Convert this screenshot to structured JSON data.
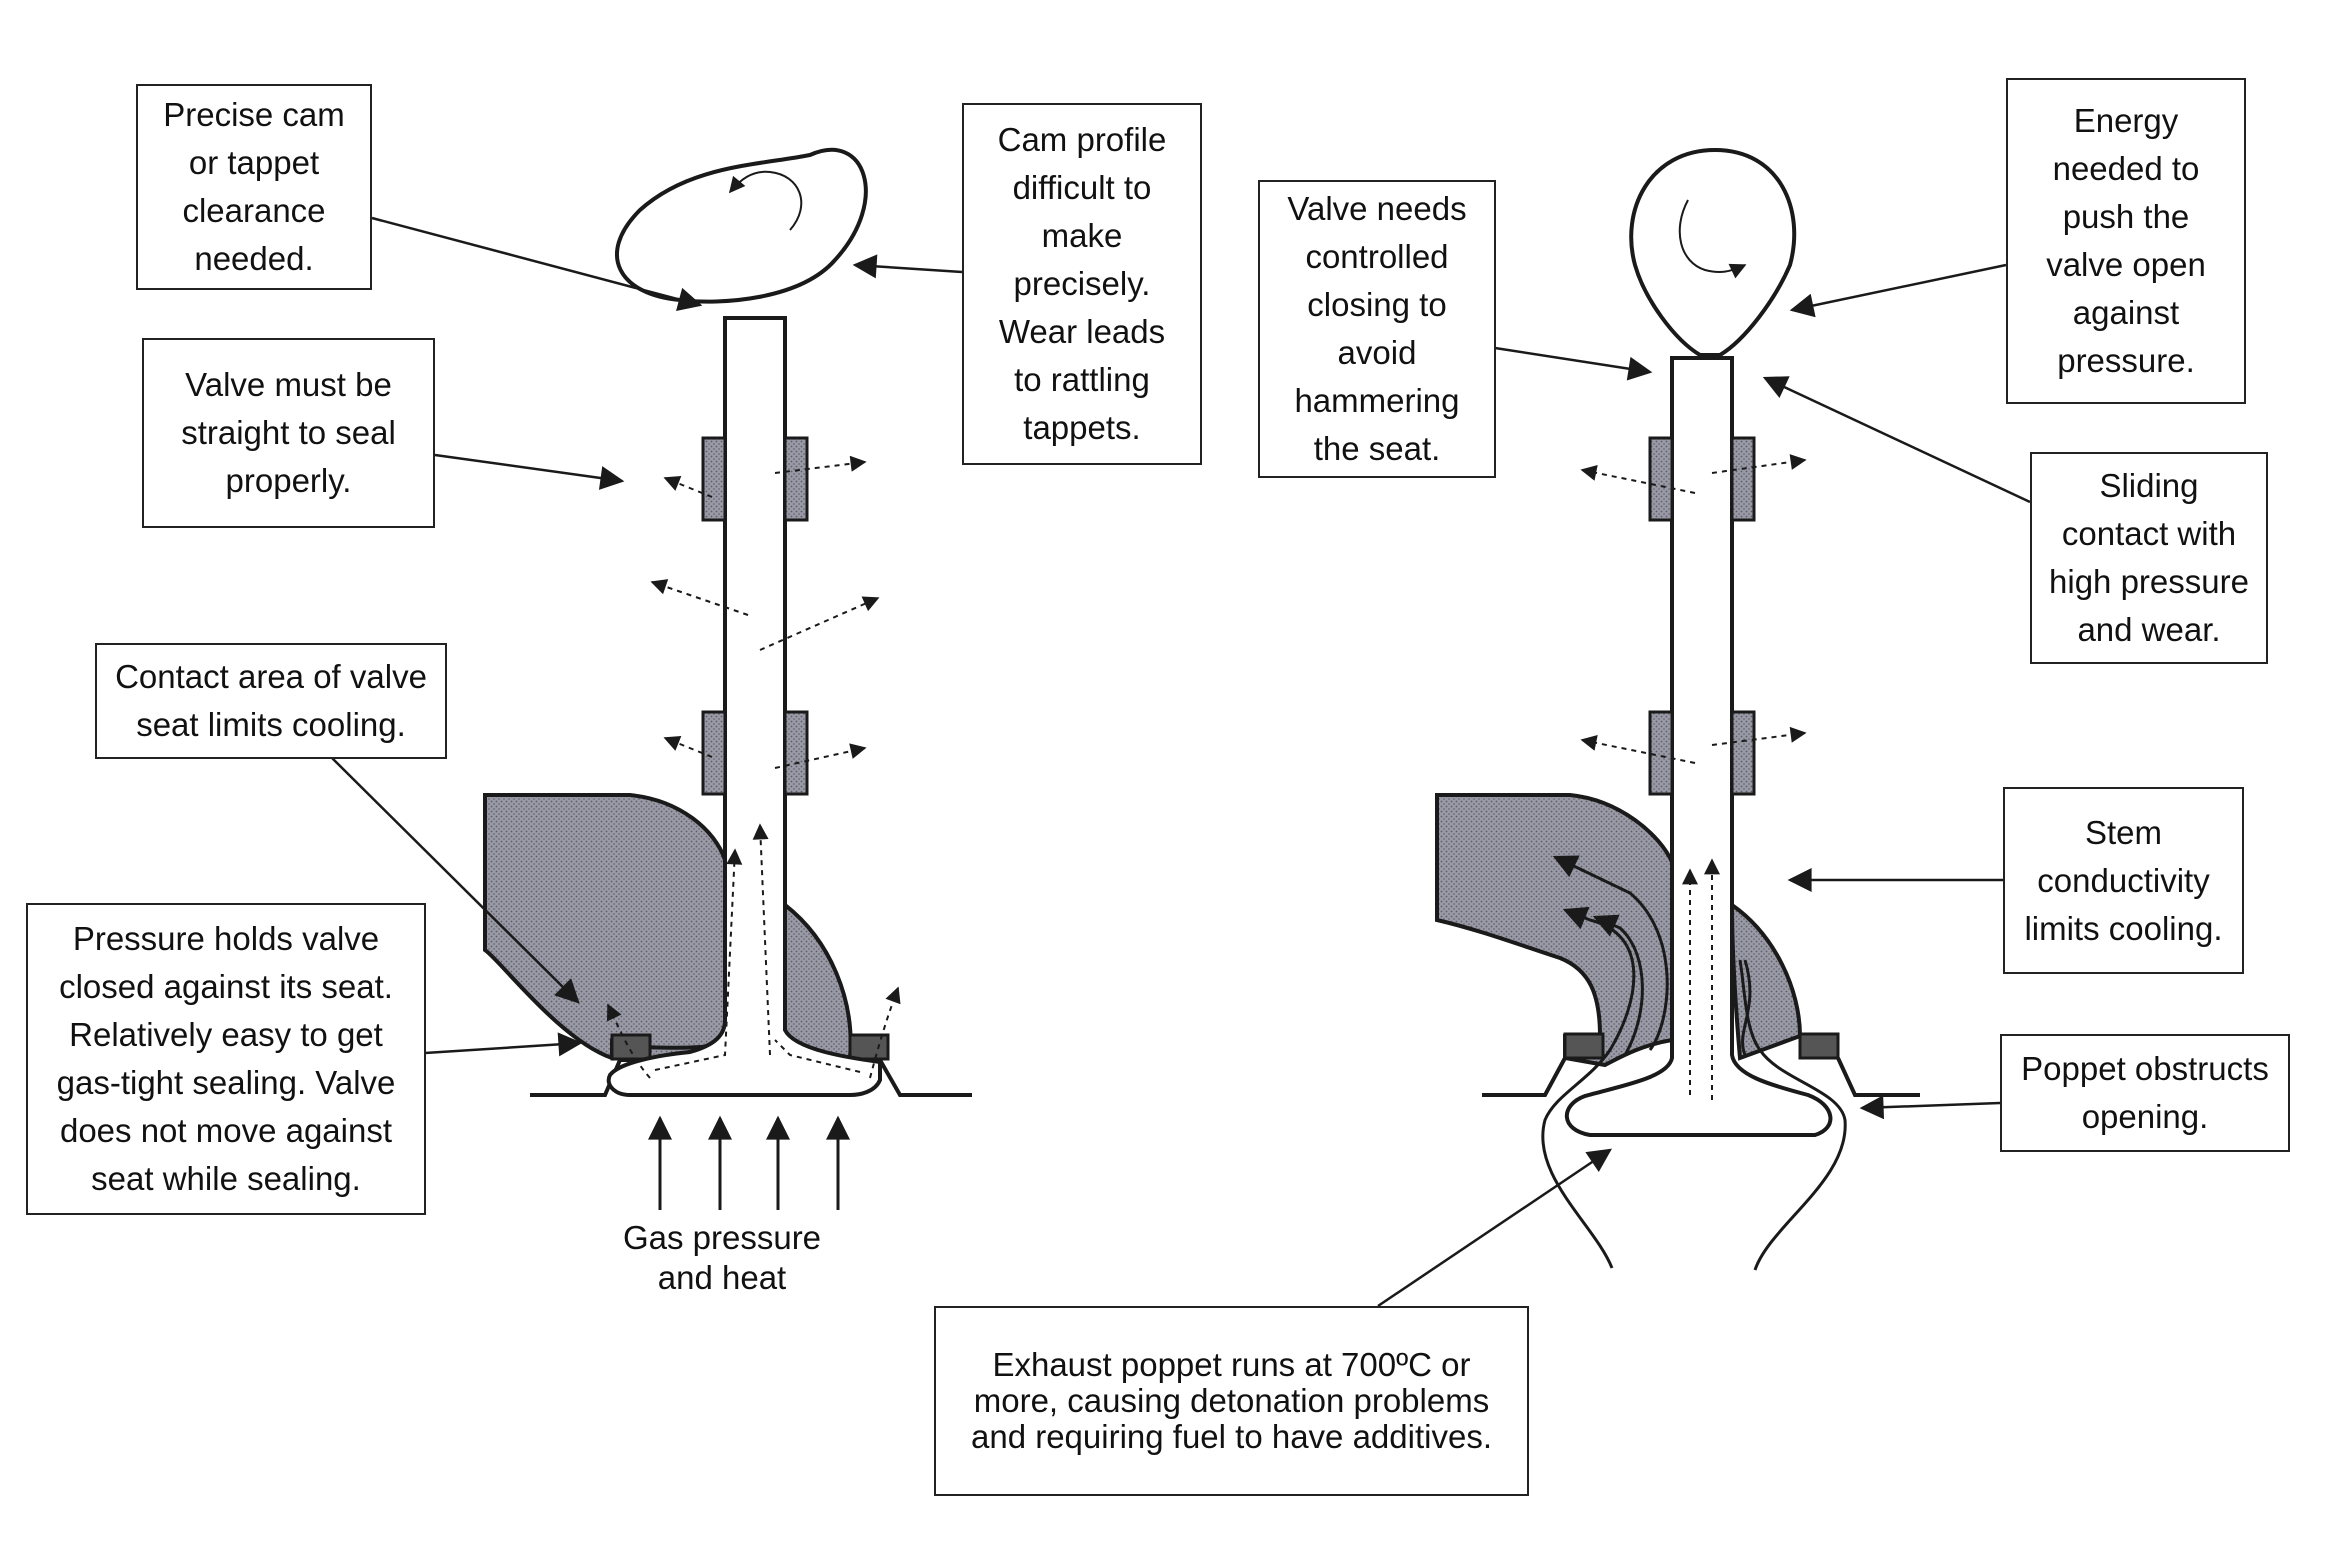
{
  "labels": {
    "cam_clearance": "Precise cam\nor tappet\nclearance\nneeded.",
    "cam_profile": "Cam profile\ndifficult to\nmake\nprecisely.\nWear leads\nto rattling\ntappets.",
    "straight": "Valve must be\nstraight to seal\nproperly.",
    "contact_area": "Contact area of valve\nseat limits cooling.",
    "pressure_holds": "Pressure holds valve\nclosed against its seat.\nRelatively easy to get\ngas-tight sealing.  Valve\ndoes not move against\nseat while sealing.",
    "gas_pressure": "Gas pressure\nand heat",
    "controlled_closing": "Valve needs\ncontrolled\nclosing to\navoid\nhammering\nthe seat.",
    "energy": "Energy\nneeded to\npush the\nvalve open\nagainst\npressure.",
    "sliding": "Sliding\ncontact with\nhigh pressure\nand wear.",
    "stem": "Stem\nconductivity\nlimits cooling.",
    "poppet_obstructs": "Poppet obstructs\nopening.",
    "exhaust": "Exhaust poppet runs at 700ºC or\nmore, causing detonation problems\nand requiring fuel to have additives."
  },
  "colors": {
    "line": "#1a1a1a",
    "shade": "#8c8c98",
    "background": "#ffffff"
  }
}
